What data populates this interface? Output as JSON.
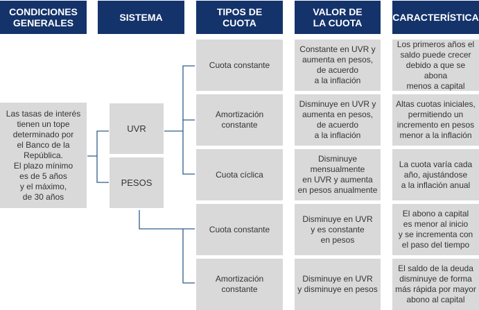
{
  "headers": {
    "condiciones": "CONDICIONES\nGENERALES",
    "sistema": "SISTEMA",
    "tipos": "TIPOS DE\nCUOTA",
    "valor": "VALOR DE\nLA CUOTA",
    "caracteristica": "CARACTERÍSTICA"
  },
  "condiciones": "Las tasas de interés\ntienen un tope\ndeterminado por\nel Banco de la\nRepública.\nEl plazo mínimo\nes de 5 años\ny el máximo,\nde 30 años",
  "sistemas": {
    "uvr": "UVR",
    "pesos": "PESOS"
  },
  "rows": [
    {
      "tipo": "Cuota constante",
      "valor": "Constante en UVR y\naumenta en pesos,\nde acuerdo\na la inflación",
      "caracteristica": "Los primeros años el\nsaldo puede crecer\ndebido a que se abona\nmenos a capital"
    },
    {
      "tipo": "Amortización\nconstante",
      "valor": "Disminuye en UVR y\naumenta en pesos,\nde acuerdo\na la inflación",
      "caracteristica": "Altas cuotas iniciales,\npermitiendo un\nincremento en pesos\nmenor a la inflación"
    },
    {
      "tipo": "Cuota cíclica",
      "valor": "Disminuye\nmensualmente\nen UVR y aumenta\nen pesos anualmente",
      "caracteristica": "La cuota varía cada\naño, ajustándose\na la inflación anual"
    },
    {
      "tipo": "Cuota constante",
      "valor": "Disminuye en UVR\ny es constante\nen pesos",
      "caracteristica": "El abono a capital\nes menor al inicio\ny se incrementa con\nel paso del tiempo"
    },
    {
      "tipo": "Amortización\nconstante",
      "valor": "Disminuye en UVR\ny disminuye en pesos",
      "caracteristica": "El saldo de la deuda\ndisminuye de forma\nmás rápida por mayor\nabono al capital"
    }
  ],
  "colors": {
    "header_bg": "#14336b",
    "box_bg": "#d9d9d9",
    "connector": "#2e5b8c",
    "text": "#333333"
  }
}
